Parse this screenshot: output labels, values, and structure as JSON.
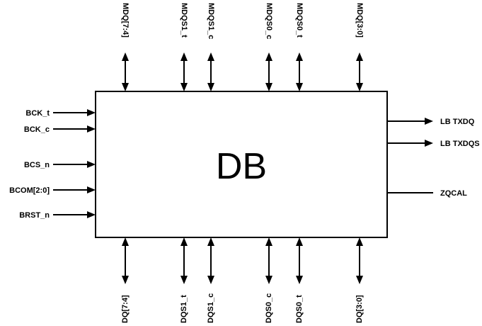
{
  "block": {
    "label": "DB"
  },
  "left_inputs": [
    {
      "name": "BCK_t"
    },
    {
      "name": "BCK_c"
    },
    {
      "name": "BCS_n"
    },
    {
      "name": "BCOM[2:0]"
    },
    {
      "name": "BRST_n"
    }
  ],
  "right_outputs": [
    {
      "name": "LB TXDQ",
      "arrow": true
    },
    {
      "name": "LB TXDQS",
      "arrow": true
    },
    {
      "name": "ZQCAL",
      "arrow": false
    }
  ],
  "top_signals": [
    {
      "name": "MDQ[7:4]"
    },
    {
      "name": "MDQS1_t"
    },
    {
      "name": "MDQS1_c"
    },
    {
      "name": "MDQS0_c"
    },
    {
      "name": "MDQS0_t"
    },
    {
      "name": "MDQ[3:0]"
    }
  ],
  "bottom_signals": [
    {
      "name": "DQ[7:4]"
    },
    {
      "name": "DQS1_t"
    },
    {
      "name": "DQS1_c"
    },
    {
      "name": "DQS0_c"
    },
    {
      "name": "DQS0_t"
    },
    {
      "name": "DQ[3:0]"
    }
  ]
}
